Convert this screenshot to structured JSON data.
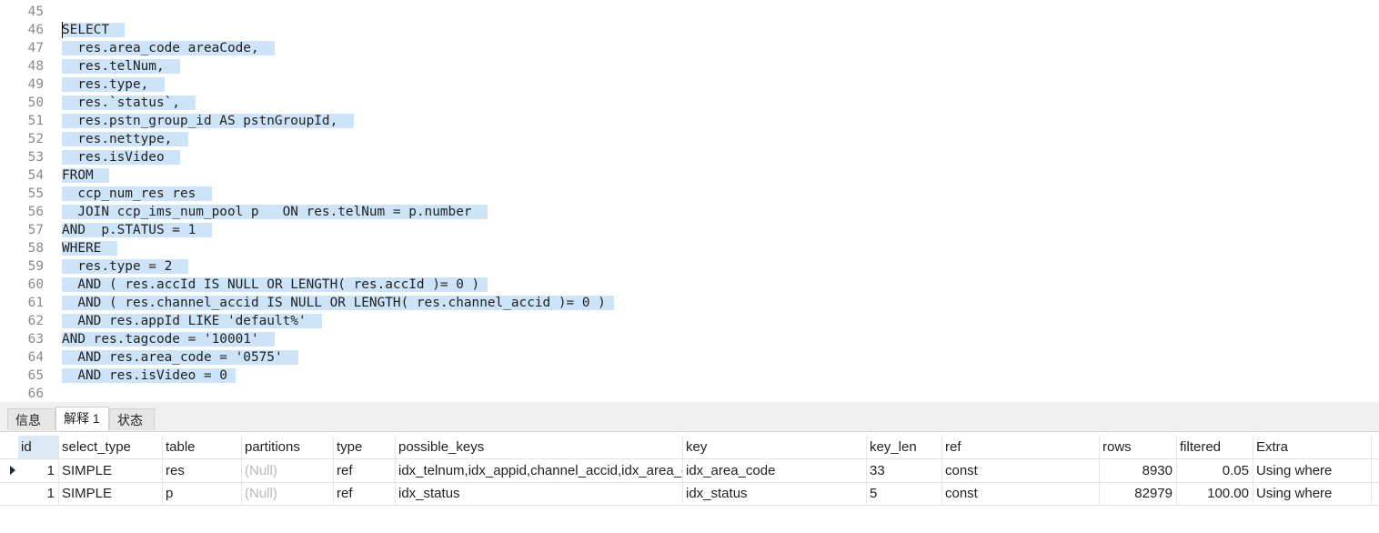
{
  "editor": {
    "lines": [
      {
        "n": "45",
        "segs": []
      },
      {
        "n": "46",
        "segs": [
          {
            "t": "SELECT",
            "c": "kw"
          },
          {
            "t": "  ",
            "c": ""
          }
        ]
      },
      {
        "n": "47",
        "segs": [
          {
            "t": "  res.area_code areaCode,  ",
            "c": ""
          }
        ]
      },
      {
        "n": "48",
        "segs": [
          {
            "t": "  res.telNum,  ",
            "c": ""
          }
        ]
      },
      {
        "n": "49",
        "segs": [
          {
            "t": "  res.type,  ",
            "c": ""
          }
        ]
      },
      {
        "n": "50",
        "segs": [
          {
            "t": "  res.`status`,  ",
            "c": ""
          }
        ]
      },
      {
        "n": "51",
        "segs": [
          {
            "t": "  res.pstn_group_id ",
            "c": ""
          },
          {
            "t": "AS",
            "c": "kw"
          },
          {
            "t": " pstnGroupId,  ",
            "c": ""
          }
        ]
      },
      {
        "n": "52",
        "segs": [
          {
            "t": "  res.nettype,  ",
            "c": ""
          }
        ]
      },
      {
        "n": "53",
        "segs": [
          {
            "t": "  res.isVideo  ",
            "c": ""
          }
        ]
      },
      {
        "n": "54",
        "segs": [
          {
            "t": "FROM",
            "c": "kw"
          },
          {
            "t": "  ",
            "c": ""
          }
        ]
      },
      {
        "n": "55",
        "segs": [
          {
            "t": "  ccp_num_res res  ",
            "c": ""
          }
        ]
      },
      {
        "n": "56",
        "segs": [
          {
            "t": "  ",
            "c": ""
          },
          {
            "t": "JOIN",
            "c": "kw"
          },
          {
            "t": " ccp_ims_num_pool p   ",
            "c": ""
          },
          {
            "t": "ON",
            "c": "kw"
          },
          {
            "t": " res.telNum = p.number  ",
            "c": ""
          }
        ]
      },
      {
        "n": "57",
        "segs": [
          {
            "t": "AND",
            "c": "kw"
          },
          {
            "t": "  p.",
            "c": ""
          },
          {
            "t": "STATUS",
            "c": "kw"
          },
          {
            "t": " = ",
            "c": ""
          },
          {
            "t": "1",
            "c": "num"
          },
          {
            "t": "  ",
            "c": ""
          }
        ]
      },
      {
        "n": "58",
        "segs": [
          {
            "t": "WHERE",
            "c": "kw"
          },
          {
            "t": "  ",
            "c": ""
          }
        ]
      },
      {
        "n": "59",
        "segs": [
          {
            "t": "  res.type = ",
            "c": ""
          },
          {
            "t": "2",
            "c": "num"
          },
          {
            "t": "  ",
            "c": ""
          }
        ]
      },
      {
        "n": "60",
        "segs": [
          {
            "t": "  ",
            "c": ""
          },
          {
            "t": "AND",
            "c": "kw"
          },
          {
            "t": " ( res.accId ",
            "c": ""
          },
          {
            "t": "IS NULL OR",
            "c": "kw"
          },
          {
            "t": " LENGTH( res.accId )= ",
            "c": ""
          },
          {
            "t": "0",
            "c": "num"
          },
          {
            "t": " ) ",
            "c": ""
          }
        ]
      },
      {
        "n": "61",
        "segs": [
          {
            "t": "  ",
            "c": ""
          },
          {
            "t": "AND",
            "c": "kw"
          },
          {
            "t": " ( res.channel_accid ",
            "c": ""
          },
          {
            "t": "IS NULL OR",
            "c": "kw"
          },
          {
            "t": " LENGTH( res.channel_accid )= ",
            "c": ""
          },
          {
            "t": "0",
            "c": "num"
          },
          {
            "t": " ) ",
            "c": ""
          }
        ]
      },
      {
        "n": "62",
        "segs": [
          {
            "t": "  ",
            "c": ""
          },
          {
            "t": "AND",
            "c": "kw"
          },
          {
            "t": " res.appId ",
            "c": ""
          },
          {
            "t": "LIKE",
            "c": "kw"
          },
          {
            "t": " ",
            "c": ""
          },
          {
            "t": "'default%'",
            "c": "str"
          },
          {
            "t": "  ",
            "c": ""
          }
        ]
      },
      {
        "n": "63",
        "segs": [
          {
            "t": "AND",
            "c": "kw"
          },
          {
            "t": " res.tagcode = ",
            "c": ""
          },
          {
            "t": "'10001'",
            "c": "str"
          },
          {
            "t": "  ",
            "c": ""
          }
        ]
      },
      {
        "n": "64",
        "segs": [
          {
            "t": "  ",
            "c": ""
          },
          {
            "t": "AND",
            "c": "kw"
          },
          {
            "t": " res.area_code = ",
            "c": ""
          },
          {
            "t": "'0575'",
            "c": "str"
          },
          {
            "t": "  ",
            "c": ""
          }
        ]
      },
      {
        "n": "65",
        "segs": [
          {
            "t": "  ",
            "c": ""
          },
          {
            "t": "AND",
            "c": "kw"
          },
          {
            "t": " res.isVideo = ",
            "c": ""
          },
          {
            "t": "0",
            "c": "num"
          },
          {
            "t": " ",
            "c": ""
          }
        ]
      },
      {
        "n": "66",
        "segs": []
      }
    ]
  },
  "tabs": [
    {
      "label": "信息",
      "active": false
    },
    {
      "label": "解释 1",
      "active": true
    },
    {
      "label": "状态",
      "active": false
    }
  ],
  "grid": {
    "columns": [
      "id",
      "select_type",
      "table",
      "partitions",
      "type",
      "possible_keys",
      "key",
      "key_len",
      "ref",
      "rows",
      "filtered",
      "Extra"
    ],
    "rows": [
      [
        "1",
        "SIMPLE",
        "res",
        "(Null)",
        "ref",
        "idx_telnum,idx_appid,channel_accid,idx_area_code",
        "idx_area_code",
        "33",
        "const",
        "8930",
        "0.05",
        "Using where"
      ],
      [
        "1",
        "SIMPLE",
        "p",
        "(Null)",
        "ref",
        "idx_status",
        "idx_status",
        "5",
        "const",
        "82979",
        "100.00",
        "Using where"
      ]
    ]
  }
}
